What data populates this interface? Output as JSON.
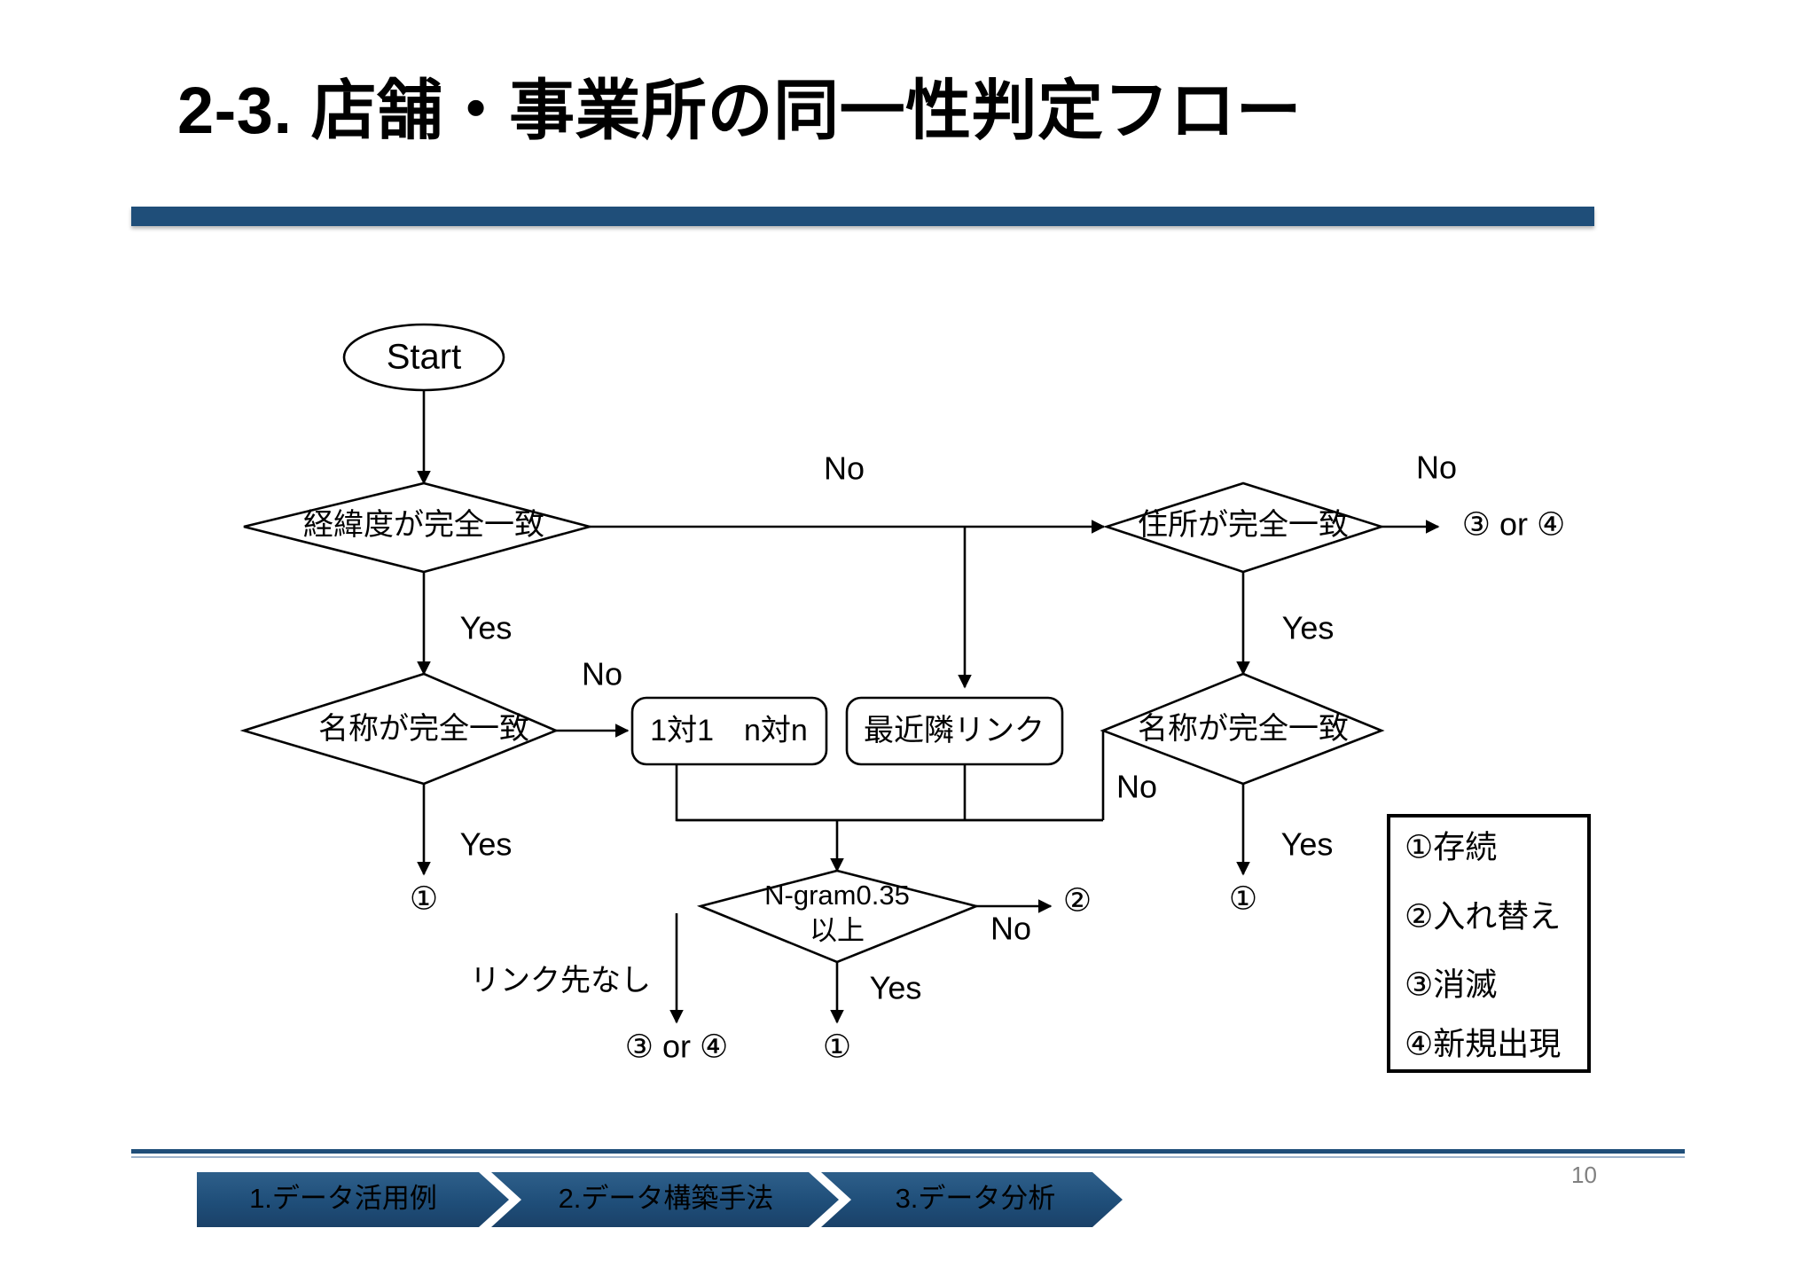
{
  "slide": {
    "title": "2-3. 店舗・事業所の同一性判定フロー",
    "page_number": "10",
    "accent_color": "#1F4E79"
  },
  "flowchart": {
    "nodes": {
      "start": "Start",
      "geo_match": "経緯度が完全一致",
      "address_match": "住所が完全一致",
      "name_match_left": "名称が完全一致",
      "name_match_right": "名称が完全一致",
      "one_to_one": "1対1　n対n",
      "nearest_link": "最近隣リンク",
      "ngram_line1": "N‐gram0.35",
      "ngram_line2": "以上"
    },
    "edge_labels": {
      "geo_no": "No",
      "geo_yes": "Yes",
      "address_no": "No",
      "address_yes": "Yes",
      "name_left_no": "No",
      "name_left_yes": "Yes",
      "name_right_no": "No",
      "name_right_yes": "Yes",
      "ngram_no": "No",
      "ngram_yes": "Yes",
      "no_link_target": "リンク先なし"
    },
    "terminals": {
      "t_left_one": "①",
      "t_right_one": "①",
      "t_center_one": "①",
      "t_two": "②",
      "t_addr_three_or_four": "③ or ④",
      "t_link_three_or_four": "③ or ④"
    }
  },
  "legend": {
    "items": [
      "①存続",
      "②入れ替え",
      "③消滅",
      "④新規出現"
    ]
  },
  "footer": {
    "nav": [
      "1.データ活用例",
      "2.データ構築手法",
      "3.データ分析"
    ]
  }
}
